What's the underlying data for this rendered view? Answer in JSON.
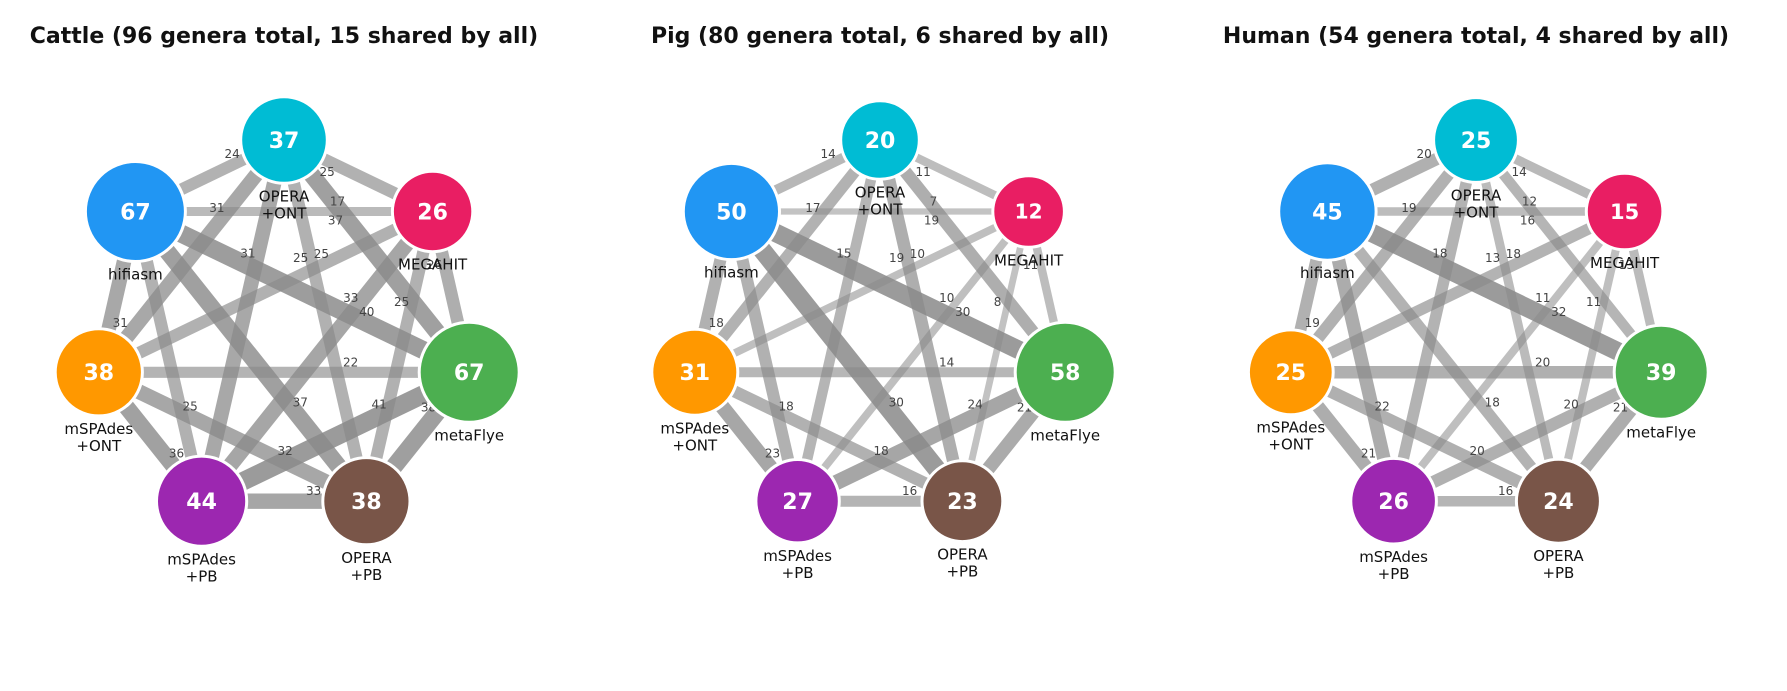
{
  "nodes": [
    {
      "id": "opera_ont",
      "name": [
        "OPERA",
        "+ONT"
      ],
      "color": "#00BCD4"
    },
    {
      "id": "megahit",
      "name": [
        "MEGAHIT"
      ],
      "color": "#E91E63"
    },
    {
      "id": "metaflye",
      "name": [
        "metaFlye"
      ],
      "color": "#4CAF50"
    },
    {
      "id": "opera_pb",
      "name": [
        "OPERA",
        "+PB"
      ],
      "color": "#795548"
    },
    {
      "id": "mspades_pb",
      "name": [
        "mSPAdes",
        "+PB"
      ],
      "color": "#9C27B0"
    },
    {
      "id": "mspades_ont",
      "name": [
        "mSPAdes",
        "+ONT"
      ],
      "color": "#FF9800"
    },
    {
      "id": "hifiasm",
      "name": [
        "hifiasm"
      ],
      "color": "#2196F3"
    }
  ],
  "panels": [
    {
      "title": "Cattle  (96 genera total, 15 shared by all)",
      "counts": {
        "opera_ont": 37,
        "megahit": 26,
        "metaflye": 67,
        "opera_pb": 38,
        "mspades_pb": 44,
        "mspades_ont": 38,
        "hifiasm": 67
      },
      "edges": [
        {
          "a": "opera_ont",
          "b": "megahit",
          "w": 25
        },
        {
          "a": "opera_ont",
          "b": "metaflye",
          "w": 37
        },
        {
          "a": "opera_ont",
          "b": "opera_pb",
          "w": 25
        },
        {
          "a": "opera_ont",
          "b": "mspades_pb",
          "w": 31
        },
        {
          "a": "opera_ont",
          "b": "mspades_ont",
          "w": 31
        },
        {
          "a": "opera_ont",
          "b": "hifiasm",
          "w": 24
        },
        {
          "a": "megahit",
          "b": "metaflye",
          "w": 26
        },
        {
          "a": "megahit",
          "b": "opera_pb",
          "w": 25
        },
        {
          "a": "megahit",
          "b": "mspades_pb",
          "w": 33
        },
        {
          "a": "megahit",
          "b": "mspades_ont",
          "w": 25
        },
        {
          "a": "megahit",
          "b": "hifiasm",
          "w": 17
        },
        {
          "a": "metaflye",
          "b": "opera_pb",
          "w": 38
        },
        {
          "a": "metaflye",
          "b": "mspades_pb",
          "w": 41
        },
        {
          "a": "metaflye",
          "b": "mspades_ont",
          "w": 22
        },
        {
          "a": "metaflye",
          "b": "hifiasm",
          "w": 40
        },
        {
          "a": "opera_pb",
          "b": "mspades_pb",
          "w": 33
        },
        {
          "a": "opera_pb",
          "b": "mspades_ont",
          "w": 32
        },
        {
          "a": "opera_pb",
          "b": "hifiasm",
          "w": 37
        },
        {
          "a": "mspades_pb",
          "b": "mspades_ont",
          "w": 36
        },
        {
          "a": "mspades_pb",
          "b": "hifiasm",
          "w": 25
        },
        {
          "a": "mspades_ont",
          "b": "hifiasm",
          "w": 31
        }
      ]
    },
    {
      "title": "Pig  (80 genera total, 6 shared by all)",
      "counts": {
        "opera_ont": 20,
        "megahit": 12,
        "metaflye": 58,
        "opera_pb": 23,
        "mspades_pb": 27,
        "mspades_ont": 31,
        "hifiasm": 50
      },
      "edges": [
        {
          "a": "opera_ont",
          "b": "megahit",
          "w": 11
        },
        {
          "a": "opera_ont",
          "b": "metaflye",
          "w": 19
        },
        {
          "a": "opera_ont",
          "b": "opera_pb",
          "w": 19
        },
        {
          "a": "opera_ont",
          "b": "mspades_pb",
          "w": 15
        },
        {
          "a": "opera_ont",
          "b": "mspades_ont",
          "w": 17
        },
        {
          "a": "opera_ont",
          "b": "hifiasm",
          "w": 14
        },
        {
          "a": "megahit",
          "b": "metaflye",
          "w": 11
        },
        {
          "a": "megahit",
          "b": "opera_pb",
          "w": 8
        },
        {
          "a": "megahit",
          "b": "mspades_pb",
          "w": 10
        },
        {
          "a": "megahit",
          "b": "mspades_ont",
          "w": 10
        },
        {
          "a": "megahit",
          "b": "hifiasm",
          "w": 7
        },
        {
          "a": "metaflye",
          "b": "opera_pb",
          "w": 21
        },
        {
          "a": "metaflye",
          "b": "mspades_pb",
          "w": 24
        },
        {
          "a": "metaflye",
          "b": "mspades_ont",
          "w": 14
        },
        {
          "a": "metaflye",
          "b": "hifiasm",
          "w": 30
        },
        {
          "a": "opera_pb",
          "b": "mspades_pb",
          "w": 16
        },
        {
          "a": "opera_pb",
          "b": "mspades_ont",
          "w": 18
        },
        {
          "a": "opera_pb",
          "b": "hifiasm",
          "w": 30
        },
        {
          "a": "mspades_pb",
          "b": "mspades_ont",
          "w": 23
        },
        {
          "a": "mspades_pb",
          "b": "hifiasm",
          "w": 18
        },
        {
          "a": "mspades_ont",
          "b": "hifiasm",
          "w": 18
        }
      ]
    },
    {
      "title": "Human  (54 genera total, 4 shared by all)",
      "counts": {
        "opera_ont": 25,
        "megahit": 15,
        "metaflye": 39,
        "opera_pb": 24,
        "mspades_pb": 26,
        "mspades_ont": 25,
        "hifiasm": 45
      },
      "edges": [
        {
          "a": "opera_ont",
          "b": "megahit",
          "w": 14
        },
        {
          "a": "opera_ont",
          "b": "metaflye",
          "w": 16
        },
        {
          "a": "opera_ont",
          "b": "opera_pb",
          "w": 13
        },
        {
          "a": "opera_ont",
          "b": "mspades_pb",
          "w": 18
        },
        {
          "a": "opera_ont",
          "b": "mspades_ont",
          "w": 19
        },
        {
          "a": "opera_ont",
          "b": "hifiasm",
          "w": 20
        },
        {
          "a": "megahit",
          "b": "metaflye",
          "w": 13
        },
        {
          "a": "megahit",
          "b": "opera_pb",
          "w": 11
        },
        {
          "a": "megahit",
          "b": "mspades_pb",
          "w": 11
        },
        {
          "a": "megahit",
          "b": "mspades_ont",
          "w": 18
        },
        {
          "a": "megahit",
          "b": "hifiasm",
          "w": 12
        },
        {
          "a": "metaflye",
          "b": "opera_pb",
          "w": 21
        },
        {
          "a": "metaflye",
          "b": "mspades_pb",
          "w": 20
        },
        {
          "a": "metaflye",
          "b": "mspades_ont",
          "w": 20
        },
        {
          "a": "metaflye",
          "b": "hifiasm",
          "w": 32
        },
        {
          "a": "opera_pb",
          "b": "mspades_pb",
          "w": 16
        },
        {
          "a": "opera_pb",
          "b": "mspades_ont",
          "w": 20
        },
        {
          "a": "opera_pb",
          "b": "hifiasm",
          "w": 18
        },
        {
          "a": "mspades_pb",
          "b": "mspades_ont",
          "w": 21
        },
        {
          "a": "mspades_pb",
          "b": "hifiasm",
          "w": 22
        },
        {
          "a": "mspades_ont",
          "b": "hifiasm",
          "w": 19
        }
      ]
    }
  ]
}
